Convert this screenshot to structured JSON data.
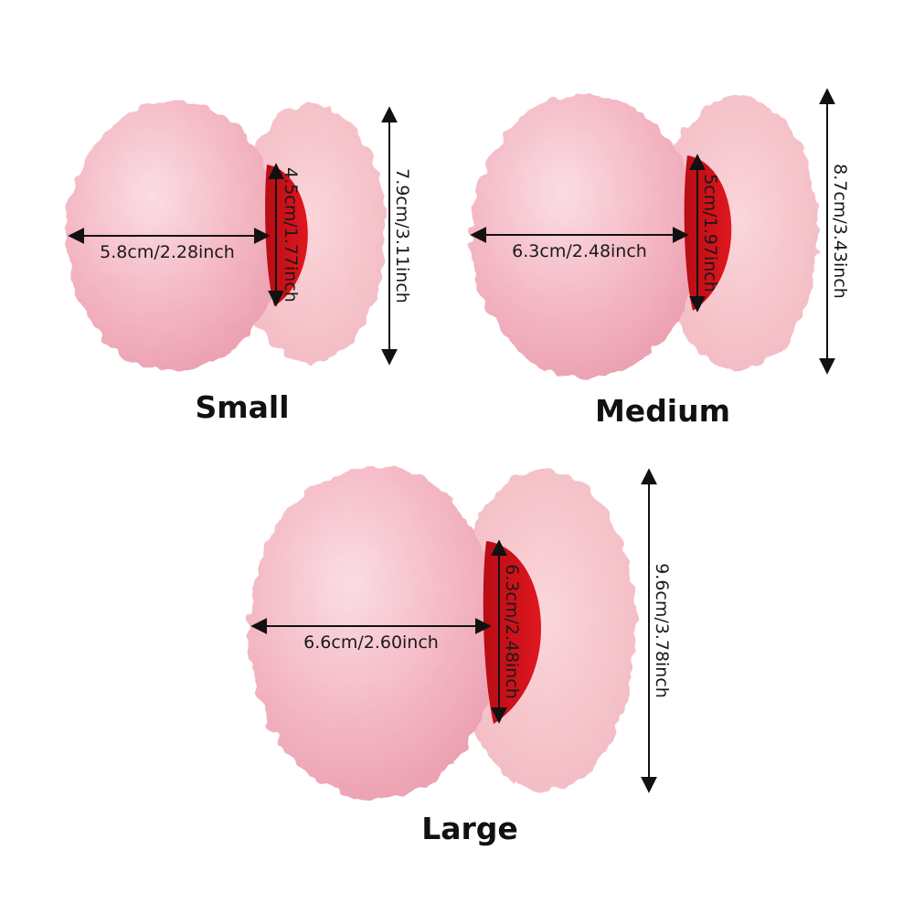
{
  "colors": {
    "background": "#ffffff",
    "fur": "#f4b8c3",
    "fur_light": "#fbdce2",
    "fur_dark": "#e79aab",
    "fleece": "#f8c9cf",
    "lining": "#d8121c",
    "text": "#111111"
  },
  "earmuffs": [
    {
      "size_label": "Small",
      "width": "5.8cm/2.28inch",
      "inner_height": "4.5cm/1.77inch",
      "height": "7.9cm/3.11inch"
    },
    {
      "size_label": "Medium",
      "width": "6.3cm/2.48inch",
      "inner_height": "5cm/1.97inch",
      "height": "8.7cm/3.43inch"
    },
    {
      "size_label": "Large",
      "width": "6.6cm/2.60inch",
      "inner_height": "6.3cm/2.48inch",
      "height": "9.6cm/3.78inch"
    }
  ]
}
